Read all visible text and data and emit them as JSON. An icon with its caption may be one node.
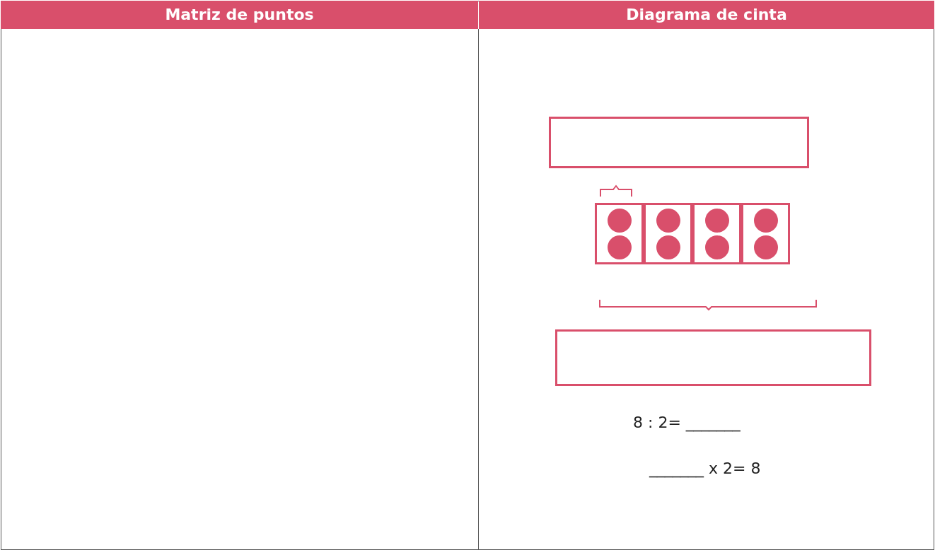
{
  "diagram": {
    "nodes": [
      {
        "text": [],
        "shape": "box"
      },
      {
        "text": [],
        "shape": "box"
      },
      {
        "text": [],
        "shape": "box"
      },
      {
        "text": [],
        "shape": "box"
      },
      {
        "text": [],
        "shape": "box"
      },
      {
        "text": [],
        "shape": "box"
      }
    ],
    "labels": [
      "Matriz de puntos",
      "Diagrama de cinta",
      "8 : 2= _______",
      "_______ x 2= 8"
    ]
  }
}
